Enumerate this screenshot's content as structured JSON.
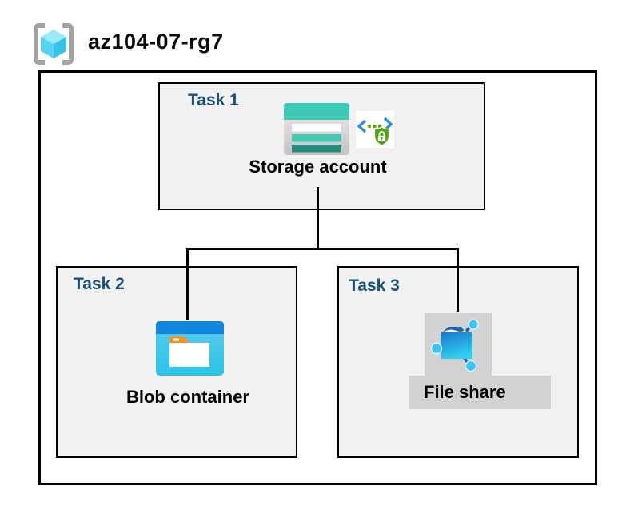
{
  "title": "az104-07-rg7",
  "tasks": [
    {
      "label": "Task 1",
      "node_label": "Storage account"
    },
    {
      "label": "Task 2",
      "node_label": "Blob container"
    },
    {
      "label": "Task 3",
      "node_label": "File share"
    }
  ],
  "icons": {
    "resource_group": "azure-resource-group-icon",
    "storage_account": "azure-storage-account-icon",
    "storage_security": "code-brackets-shield-lock-icon",
    "blob_container": "azure-blob-container-icon",
    "file_share": "azure-file-share-icon"
  },
  "colors": {
    "task_label_blue": "#1B4E79",
    "box_fill_gray": "#F1F1F1",
    "border_black": "#000000",
    "storage_teal": "#3EC9B6",
    "storage_teal_dark": "#27897D",
    "blob_header_blue": "#1186DD",
    "blob_body_cyan": "#3CC7EA",
    "folder_tab_orange": "#F6921E",
    "fileshare_folder_blue": "#1A77C6",
    "fileshare_node_cyan": "#35C7F2",
    "shield_green": "#4EA613",
    "chevron_blue": "#2E8FDF",
    "bracket_gray": "#A3A3A3",
    "cube_cyan_light": "#9BEAFB",
    "highlight_gray": "#D2D2D2"
  }
}
